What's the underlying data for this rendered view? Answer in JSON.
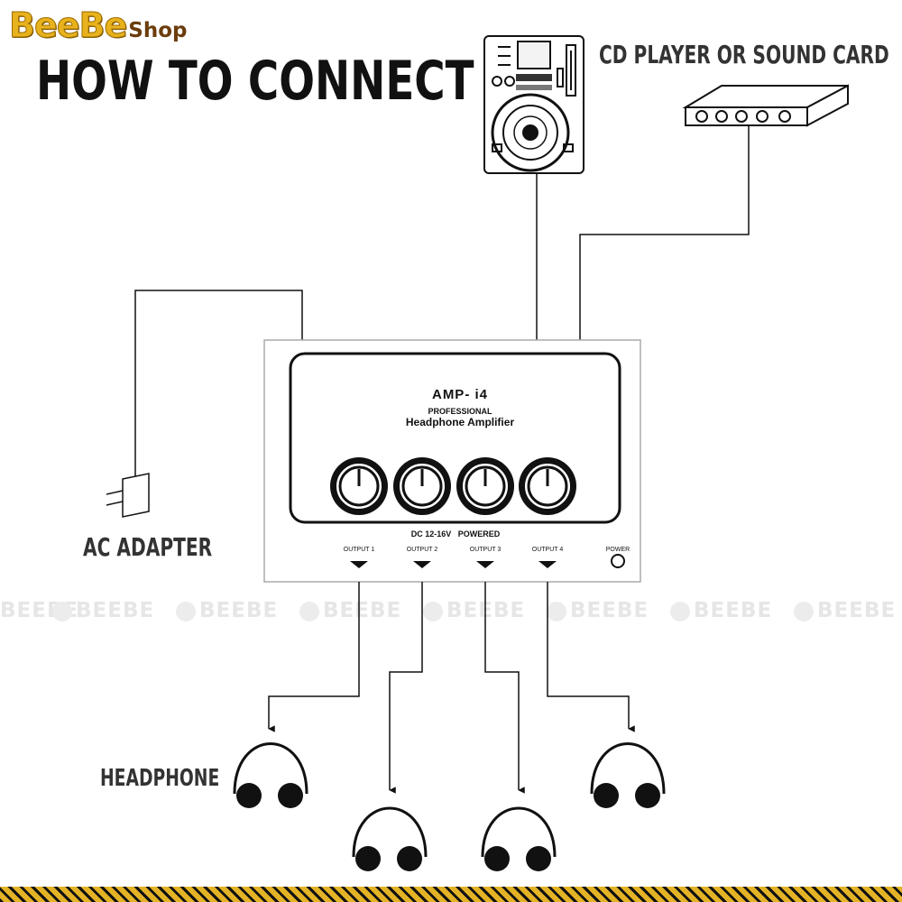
{
  "brand": {
    "name": "BeeBe",
    "suffix": "Shop",
    "accent_color": "#e8b21d"
  },
  "title": "HOW TO CONNECT",
  "source_label": "CD PLAYER  OR  SOUND CARD",
  "power_label": "AC ADAPTER",
  "headphone_label": "HEADPHONE",
  "amplifier": {
    "model": "AMP- i4",
    "line1": "PROFESSIONAL",
    "line2": "Headphone Amplifier",
    "power_spec": "DC 12-16V   POWERED",
    "outputs": [
      "OUTPUT 1",
      "OUTPUT 2",
      "OUTPUT 3",
      "OUTPUT 4"
    ],
    "power_indicator": "POWER"
  },
  "watermark_text": "BEEBE",
  "icons": {
    "cd_player": "cd-player-icon",
    "sound_card": "sound-card-icon",
    "adapter": "ac-adapter-plug-icon",
    "headphone": "headphone-icon",
    "knob": "volume-knob-icon"
  }
}
